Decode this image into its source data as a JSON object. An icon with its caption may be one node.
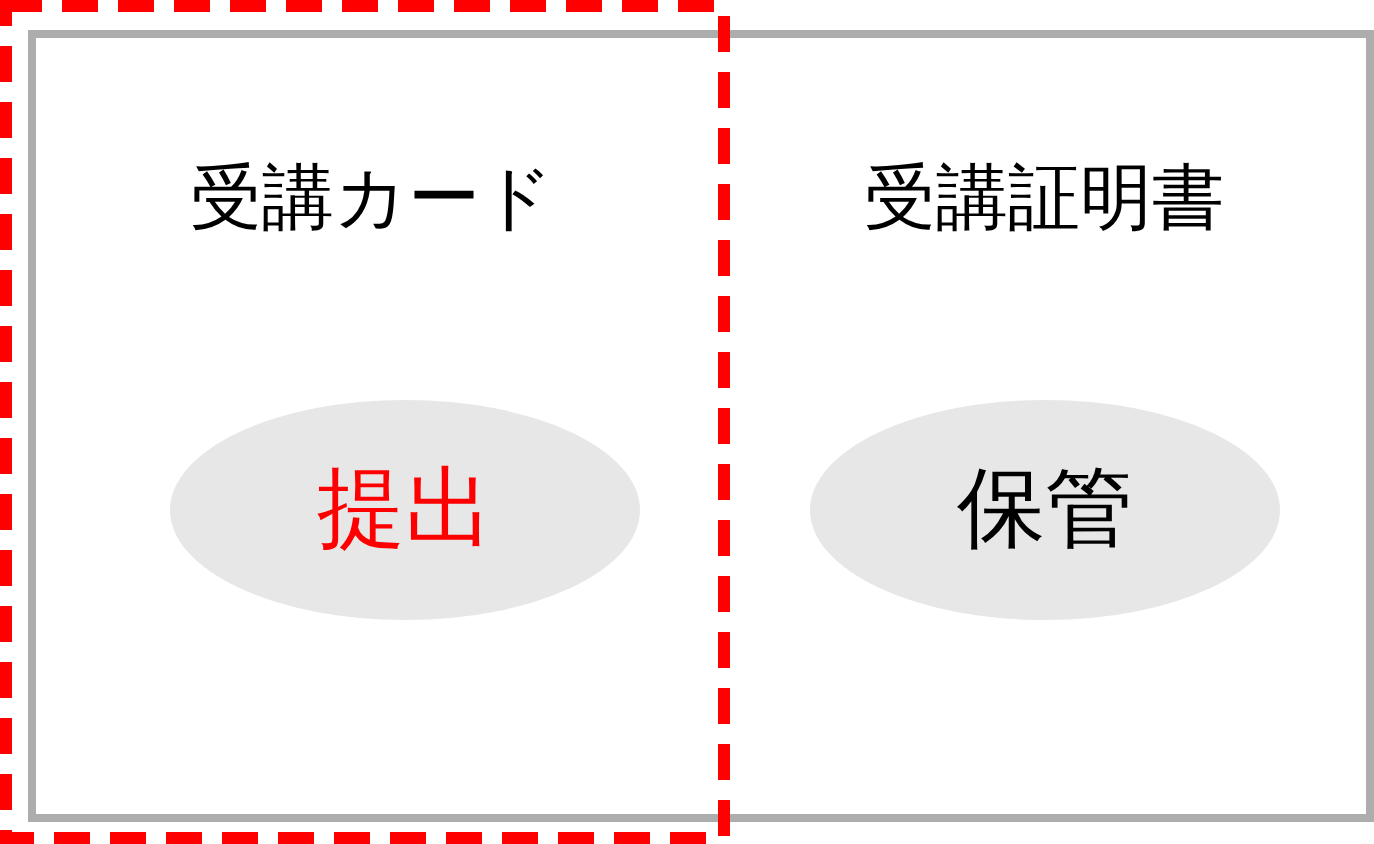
{
  "diagram": {
    "nodes": [
      {
        "text": [],
        "shape": "box"
      },
      {
        "text": [
          "受講カード"
        ]
      },
      {
        "text": [
          "提出"
        ],
        "in": 1
      },
      {
        "text": [
          "保管"
        ],
        "in": 0
      }
    ],
    "labels": [
      "受講証明書"
    ]
  }
}
